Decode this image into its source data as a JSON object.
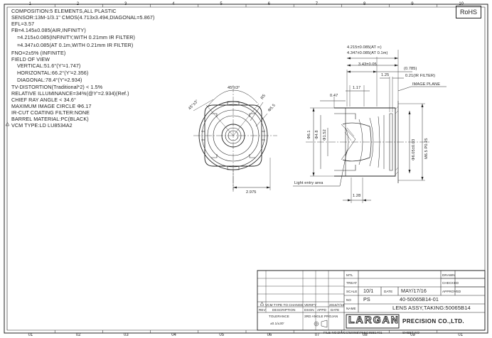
{
  "notes": [
    "COMPOSITION:5 ELEMENTS,ALL PLASTIC",
    "SENSOR:13M-1/3.1\" CMOS(4.713x3.494,DIAGONAL=5.867)",
    "EFL=3.57",
    "FB=4.145±0.085(AIR,INFINITY)",
    "=4.215±0.085(INFINITY,WITH 0.21mm IR FILTER)",
    "=4.347±0.085(AT 0.1m,WITH 0.21mm IR FILTER)",
    "FNO=2±5% (INFINITE)",
    "FIELD OF VIEW",
    "VERTICAL:51.6°(Y'=1.747)",
    "HORIZONTAL:66.2°(Y'=2.356)",
    "DIAGONAL:78.4°(Y'=2.934)",
    "TV-DISTORTION(Traditional*2) < 1.5%",
    "RELATIVE ILLUMINANCE=34%(@Y'=2.934)(Ref.)",
    "CHIEF RAY ANGLE < 34.6°",
    "MAXIMUM IMAGE CIRCLE Φ6.17",
    "IR-CUT COATING FILTER:NONE",
    "BARREL MATERIAL:PC(BLACK)",
    "VCM TYPE:LD LU8534A2"
  ],
  "rohs": "RoHS",
  "zones_top": [
    "1",
    "2",
    "3",
    "4",
    "5",
    "6",
    "7",
    "8",
    "9",
    "10"
  ],
  "zones_bottom": [
    "01",
    "02",
    "03",
    "04",
    "05",
    "06",
    "07",
    "08",
    "09",
    "01"
  ],
  "front_view": {
    "dim_angle_top": "45°±3°",
    "dim_angle_left": "45°±3°",
    "dim_r5": "R5",
    "dim_d55": "Φ5.5",
    "dim_2975": "2.975"
  },
  "side_view": {
    "fb_infinity": "4.215±0.085(AT ∞)",
    "fb_01m": "4.347±0.085(AT 0.1m)",
    "dim_343": "3.43±0.05",
    "dim_0785": "(0.785)",
    "dim_125": "1.25",
    "ir_filter": "0.21(IR FILTER)",
    "dim_117": "1.17",
    "image_plane": "IMAGE PLANE",
    "dim_047": "0.47",
    "dim_d61": "Φ6.1",
    "dim_d48": "Φ4.8",
    "dim_d152": "Φ1.52",
    "dim_thread": "M6.5 P0.25",
    "dim_d605": "Φ6.05±0.03",
    "light_entry": "Light entry area",
    "dim_128": "1.28"
  },
  "title_block": {
    "mtl_label": "MTL",
    "treat_label": "TREAT",
    "scale_label": "SCALE",
    "scale_value": "10/1",
    "date_label": "DATE",
    "date_value": "MAY/17/16",
    "no_label": "NO",
    "ps_value": "PS",
    "part_no": "40-50065B14-01",
    "name_label": "NAME",
    "name_value": "LENS ASSY,TAKING:50065B14",
    "drawn_label": "DRAWN",
    "checked_label": "CHECKED",
    "approved_label": "APPROVED",
    "rev_label": "REV",
    "description_label": "DESCRIPTION",
    "dsgn_label": "DSGN",
    "appd_label": "APPD",
    "date_label2": "DATE",
    "rev_desc": "VCM TYPE TO CHANGE VERIFY",
    "rev_date": "2016/7/16",
    "tolerance_label": "TOLERANCE",
    "tolerance_value": "±0.1/±30'",
    "angle_label": "3RD ANGLE PROJAN",
    "logo": "LARGAN",
    "company": "PRECISION CO.,LTD.",
    "file_no": "FILE NO:DWGC\\50065\\P5EG65B1401",
    "sheet_no": "SHEET NO"
  }
}
